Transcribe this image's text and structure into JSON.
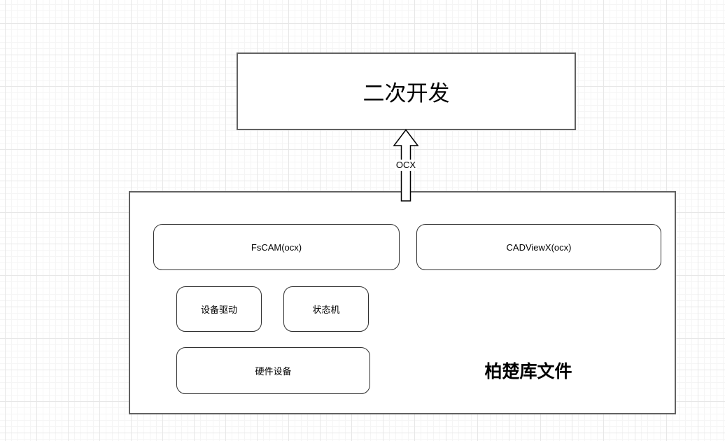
{
  "top_box": {
    "label": "二次开发"
  },
  "connector": {
    "label": "OCX",
    "direction": "up"
  },
  "library_box": {
    "title": "柏楚库文件",
    "nodes": [
      {
        "label": "FsCAM(ocx)"
      },
      {
        "label": "CADViewX(ocx)"
      },
      {
        "label": "设备驱动"
      },
      {
        "label": "状态机"
      },
      {
        "label": "硬件设备"
      }
    ]
  },
  "colors": {
    "canvas_background": "#ffffff",
    "grid_minor": "#f5f5f5",
    "grid_major": "#e7e7e7",
    "shape_border": "#616161",
    "node_border": "#2f2f2f",
    "text": "#000000"
  }
}
